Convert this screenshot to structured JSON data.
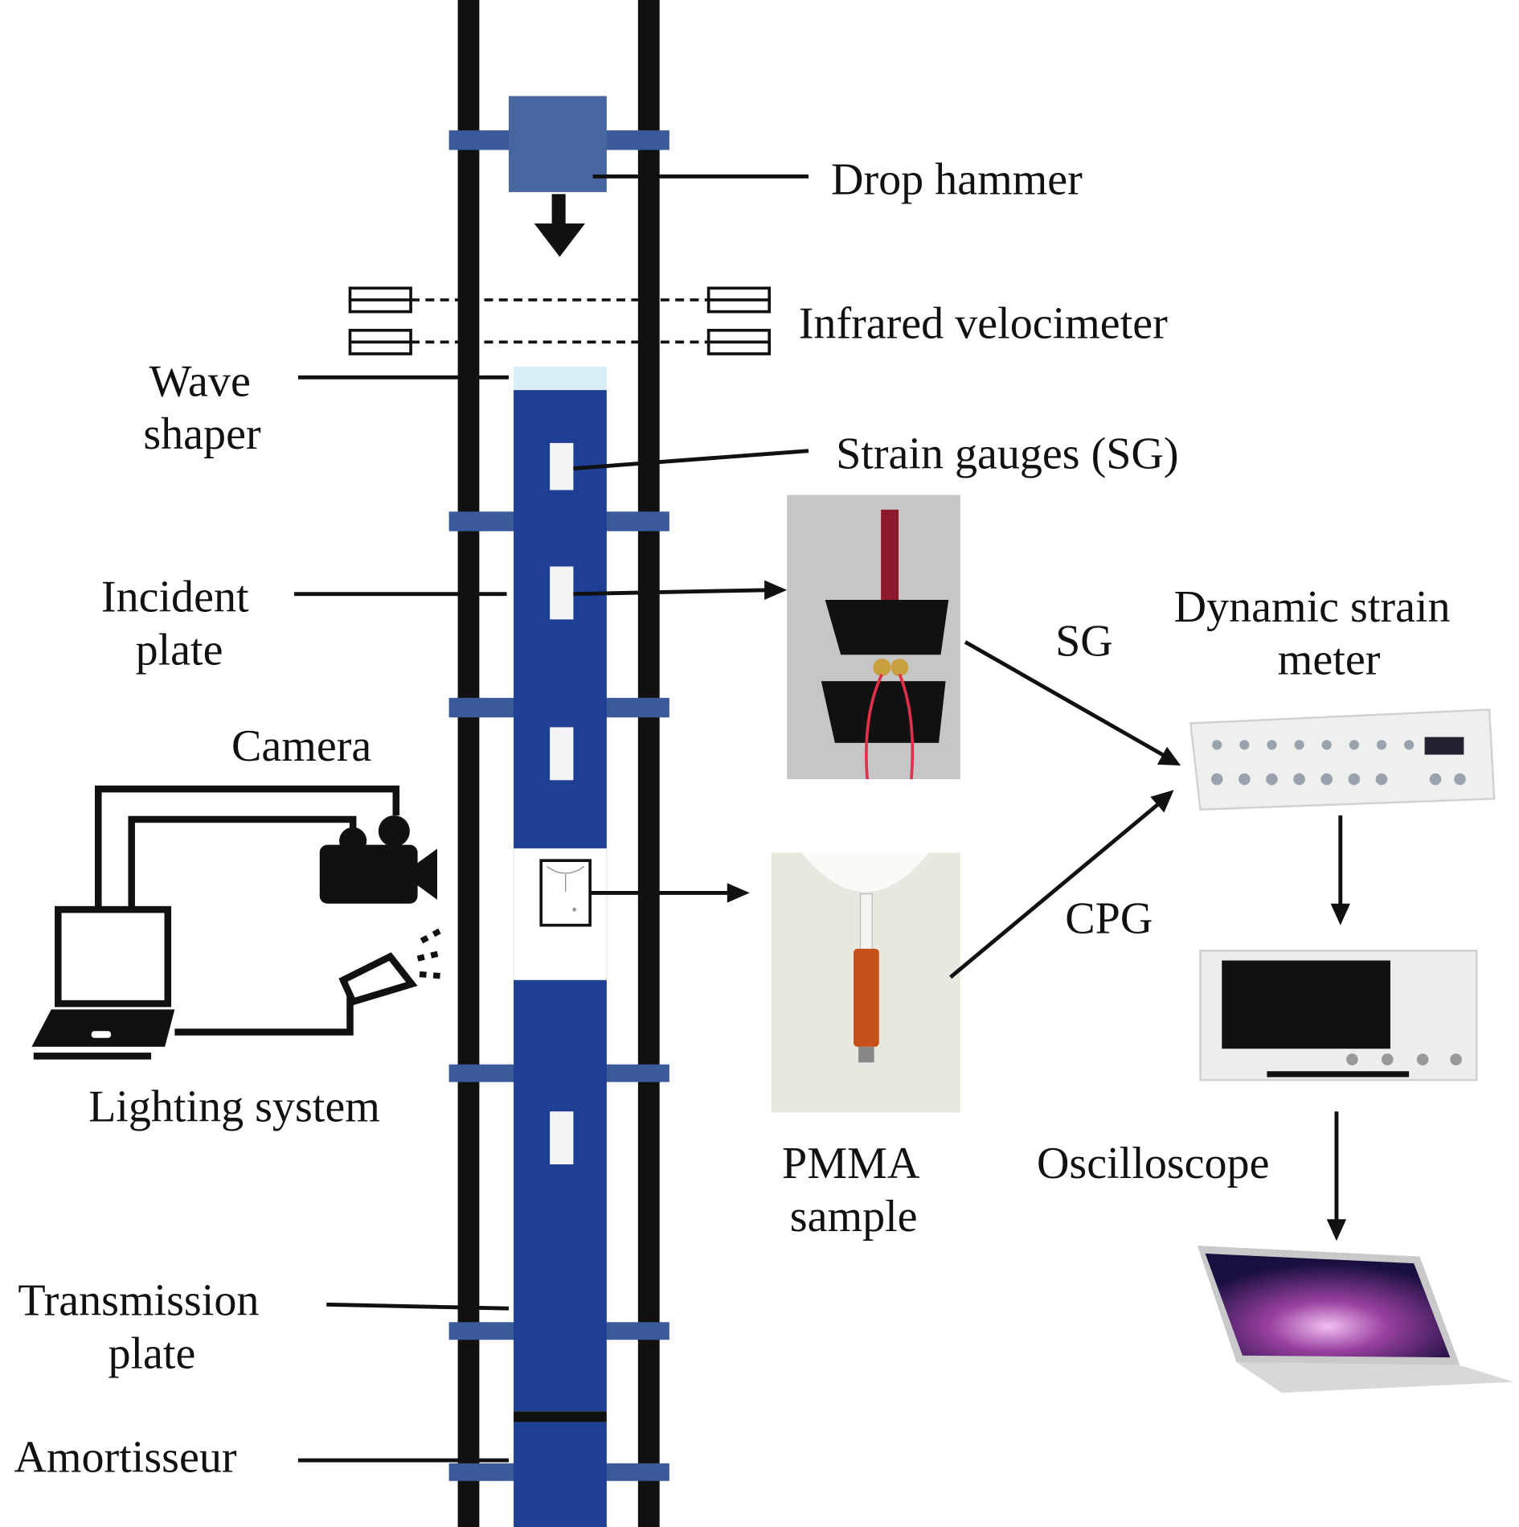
{
  "labels": {
    "drop_hammer": "Drop hammer",
    "infrared_velocimeter": "Infrared velocimeter",
    "wave_shaper_1": "Wave",
    "wave_shaper_2": "shaper",
    "strain_gauges": "Strain gauges (SG)",
    "incident_plate_1": "Incident",
    "incident_plate_2": "plate",
    "camera": "Camera",
    "lighting_system": "Lighting system",
    "transmission_plate_1": "Transmission",
    "transmission_plate_2": "plate",
    "amortisseur": "Amortisseur",
    "sg": "SG",
    "cpg": "CPG",
    "dynamic_strain_meter_1": "Dynamic strain",
    "dynamic_strain_meter_2": "meter",
    "pmma_sample_1": "PMMA",
    "pmma_sample_2": "sample",
    "oscilloscope": "Oscilloscope"
  },
  "colors": {
    "rail": "#111111",
    "plate": "#1f3f94",
    "clamp": "#3a5a9a",
    "hammer": "#46669f",
    "wave_shaper": "#d8eef6",
    "gauge": "#f4f4f4"
  }
}
